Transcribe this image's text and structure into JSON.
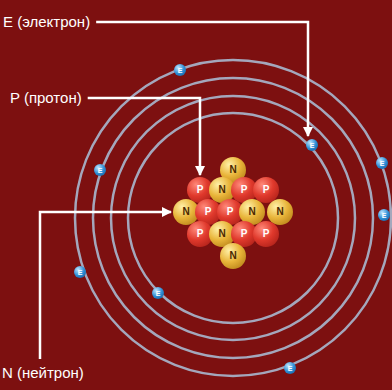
{
  "diagram": {
    "labels": [
      "E (электрон)",
      "P (протон)",
      "N (нейтрон)",
      "E",
      "E",
      "E",
      "E",
      "E",
      "E",
      "E",
      "E",
      "N",
      "P",
      "N",
      "P",
      "P",
      "N",
      "P",
      "P",
      "N",
      "N",
      "P",
      "N",
      "P",
      "P",
      "N"
    ]
  }
}
